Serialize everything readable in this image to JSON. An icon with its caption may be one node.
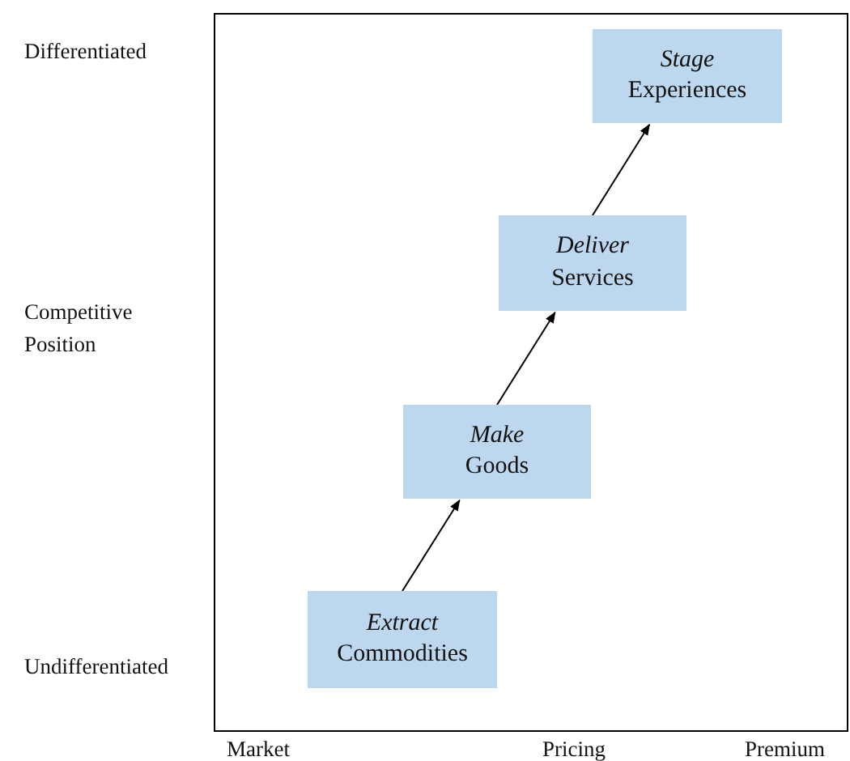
{
  "diagram": {
    "nodes": [
      {
        "text": [
          "Extract",
          "Commodities"
        ]
      },
      {
        "text": [
          "Make",
          "Goods"
        ]
      },
      {
        "text": [
          "Deliver",
          "Services"
        ]
      },
      {
        "text": [
          "Stage",
          "Experiences"
        ]
      }
    ],
    "edges": [
      {
        "from": 0,
        "to": 1,
        "arrow": "to"
      },
      {
        "from": 1,
        "to": 2,
        "arrow": "to"
      },
      {
        "from": 2,
        "to": 3,
        "arrow": "to"
      }
    ],
    "labels": [
      "Differentiated",
      "Competitive Position",
      "Undifferentiated",
      "Market",
      "Pricing",
      "Premium"
    ]
  }
}
